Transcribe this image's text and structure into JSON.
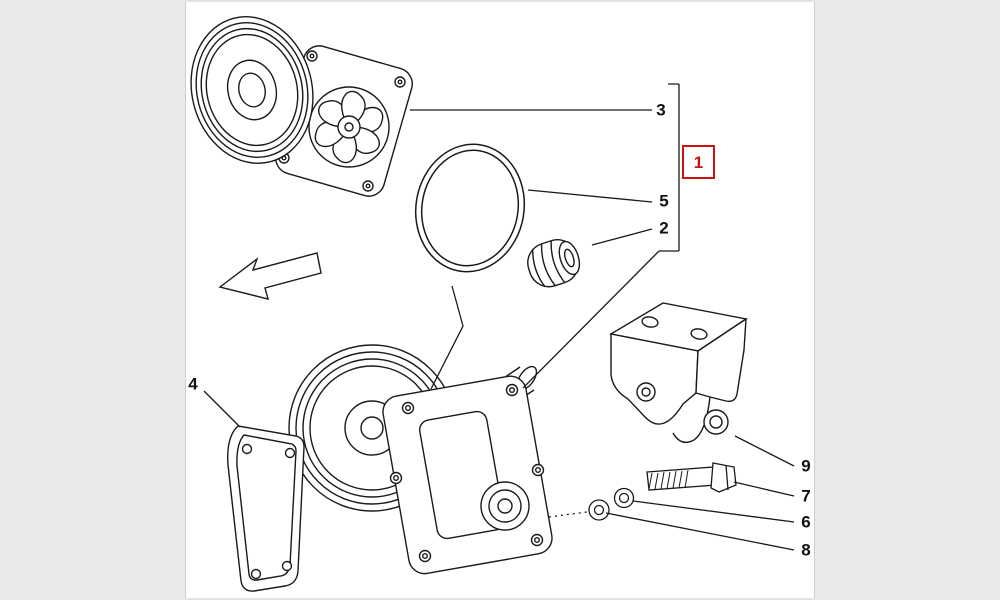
{
  "diagram": {
    "callouts": {
      "n1": "1",
      "n2": "2",
      "n3": "3",
      "n4": "4",
      "n5": "5",
      "n6": "6",
      "n7": "7",
      "n8": "8",
      "n9": "9"
    },
    "highlight": {
      "selected_callout": "1",
      "box_color": "#cc1111"
    },
    "line_color": "#1a1a1a",
    "background_color": "#ffffff",
    "gutter_color": "#e9e9e9"
  }
}
